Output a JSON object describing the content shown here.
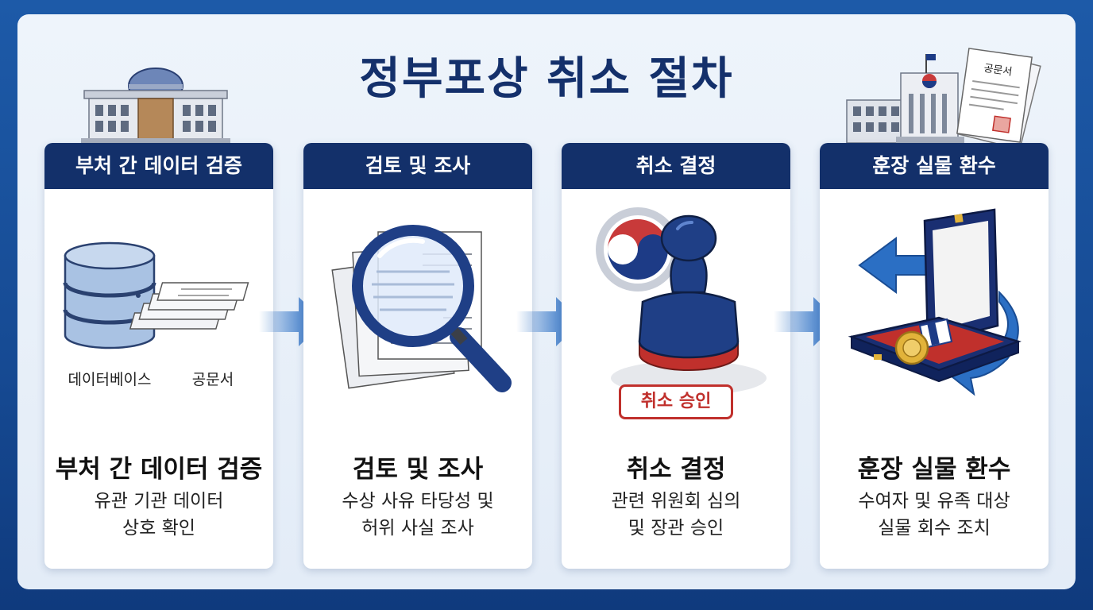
{
  "title": "정부포상 취소 절차",
  "steps": [
    {
      "header": "부처 간 데이터 검증",
      "title": "부처 간 데이터 검증",
      "desc_line1": "유관 기관 데이터",
      "desc_line2": "상호 확인",
      "caption_left": "데이터베이스",
      "caption_right": "공문서"
    },
    {
      "header": "검토 및 조사",
      "title": "검토 및 조사",
      "desc_line1": "수상 사유 타당성 및",
      "desc_line2": "허위 사실 조사"
    },
    {
      "header": "취소 결정",
      "title": "취소 결정",
      "desc_line1": "관련 위원회 심의",
      "desc_line2": "및 장관 승인",
      "stamp_label": "취소 승인"
    },
    {
      "header": "훈장 실물 환수",
      "title": "훈장 실물 환수",
      "desc_line1": "수여자 및 유족 대상",
      "desc_line2": "실물 회수 조치"
    }
  ],
  "document_label": "공문서",
  "colors": {
    "navy": "#13306a",
    "accent_blue": "#2b6fc4",
    "stamp_red": "#c0302c",
    "medal_gold": "#e2b33a"
  }
}
